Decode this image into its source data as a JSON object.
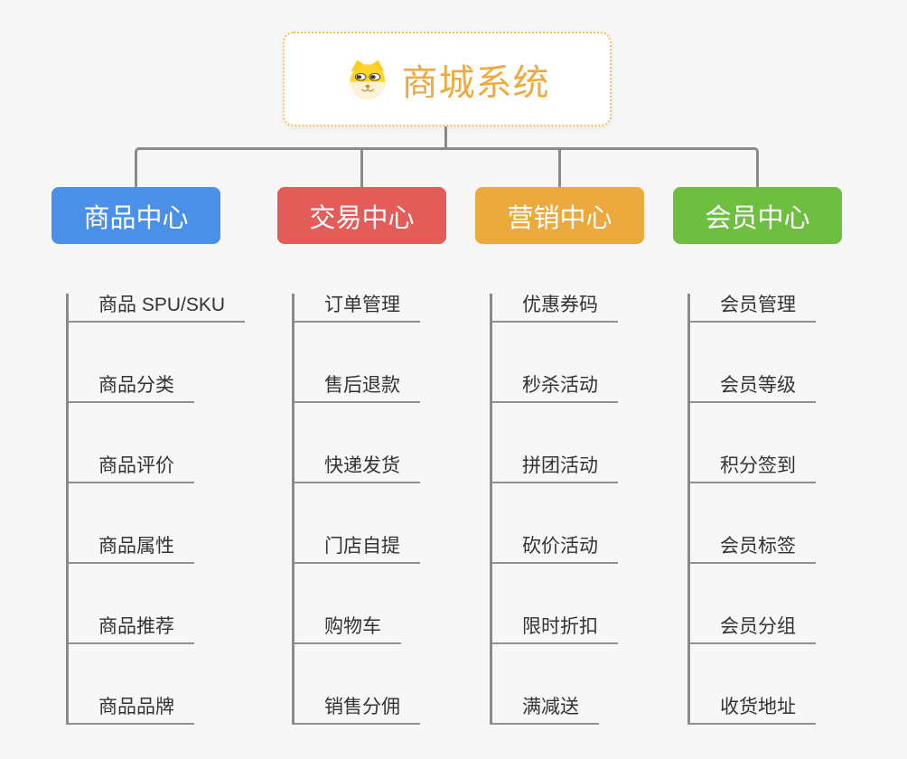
{
  "page": {
    "background_color": "#f7f7f7",
    "connector_color": "#8a8a8a",
    "child_text_color": "#333333",
    "underline_color": "#8f8f8f"
  },
  "root": {
    "title": "商城系统",
    "icon": "dog-face-icon",
    "text_color": "#f0a93c",
    "border_color": "#f6bc5a",
    "background_color": "#ffffff"
  },
  "branches": [
    {
      "label": "商品中心",
      "color": "#4a90e8",
      "children": [
        "商品 SPU/SKU",
        "商品分类",
        "商品评价",
        "商品属性",
        "商品推荐",
        "商品品牌"
      ]
    },
    {
      "label": "交易中心",
      "color": "#e45c58",
      "children": [
        "订单管理",
        "售后退款",
        "快递发货",
        "门店自提",
        "购物车",
        "销售分佣"
      ]
    },
    {
      "label": "营销中心",
      "color": "#eca93e",
      "children": [
        "优惠券码",
        "秒杀活动",
        "拼团活动",
        "砍价活动",
        "限时折扣",
        "满减送"
      ]
    },
    {
      "label": "会员中心",
      "color": "#6ebf41",
      "children": [
        "会员管理",
        "会员等级",
        "积分签到",
        "会员标签",
        "会员分组",
        "收货地址"
      ]
    }
  ]
}
